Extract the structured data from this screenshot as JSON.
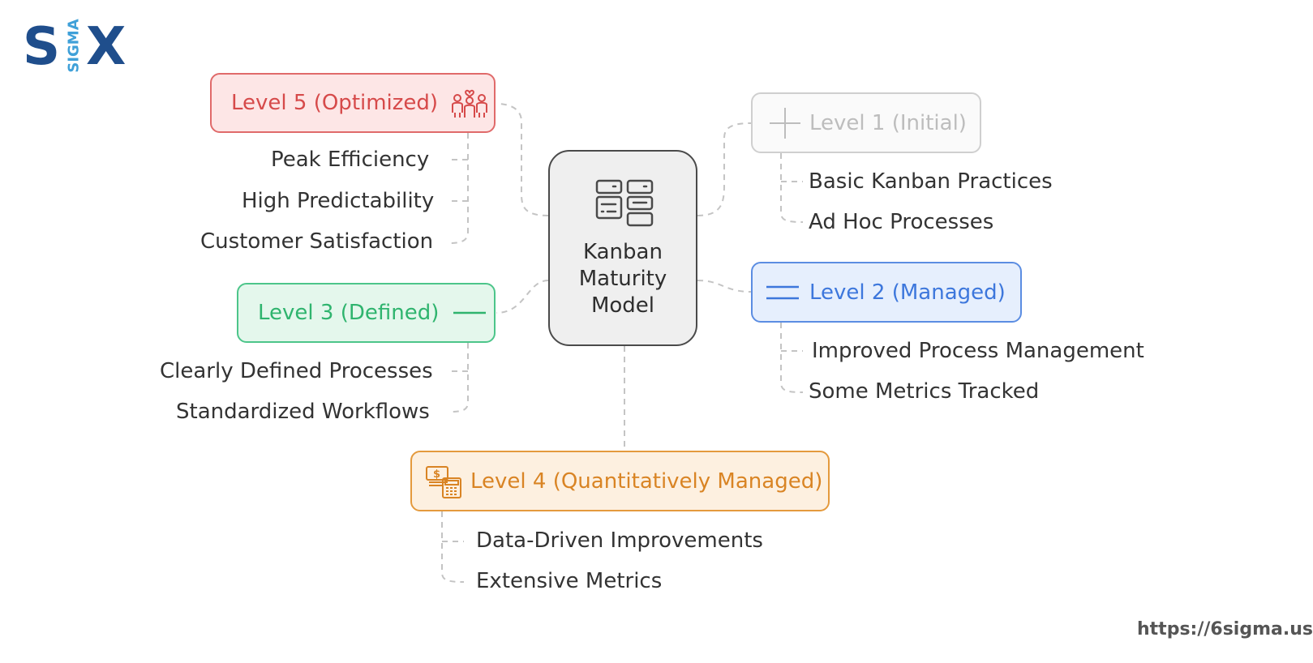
{
  "brand": {
    "logo_left": "S",
    "logo_middle": "SIGMA",
    "logo_right": "X",
    "url": "https://6sigma.us"
  },
  "diagram": {
    "center": {
      "label": "Kanban\nMaturity\nModel",
      "icon": "kanban-board-icon"
    },
    "levels": [
      {
        "id": "level1",
        "title": "Level 1 (Initial)",
        "icon": "plus-icon",
        "color": "#bdbdbd",
        "items": [
          "Basic Kanban Practices",
          "Ad Hoc Processes"
        ]
      },
      {
        "id": "level2",
        "title": "Level 2 (Managed)",
        "icon": "double-line-icon",
        "color": "#3d77dc",
        "items": [
          "Improved Process Management",
          "Some Metrics Tracked"
        ]
      },
      {
        "id": "level3",
        "title": "Level 3 (Defined)",
        "icon": "line-icon",
        "color": "#2fb46e",
        "items": [
          "Clearly Defined Processes",
          "Standardized Workflows"
        ]
      },
      {
        "id": "level4",
        "title": "Level 4 (Quantitatively Managed)",
        "icon": "money-calculator-icon",
        "color": "#d98424",
        "items": [
          "Data-Driven Improvements",
          "Extensive Metrics"
        ]
      },
      {
        "id": "level5",
        "title": "Level 5 (Optimized)",
        "icon": "team-heart-icon",
        "color": "#d64a4a",
        "items": [
          "Peak Efficiency",
          "High Predictability",
          "Customer Satisfaction"
        ]
      }
    ]
  }
}
